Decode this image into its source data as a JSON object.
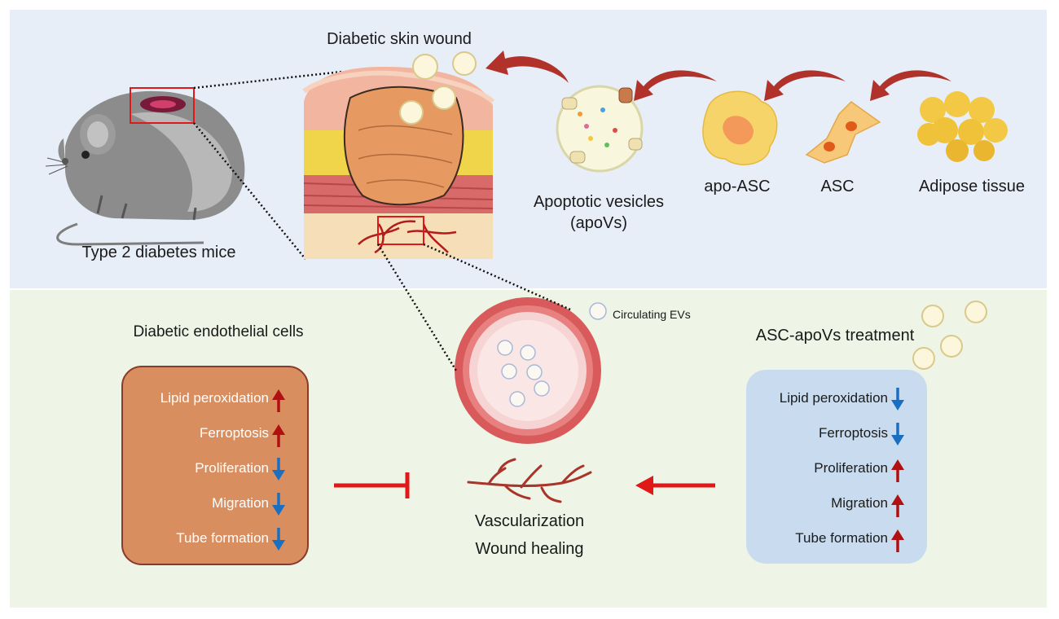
{
  "labels": {
    "wound": "Diabetic skin wound",
    "mice": "Type 2 diabetes mice",
    "apovs_line1": "Apoptotic vesicles",
    "apovs_line2": "(apoVs)",
    "apo_asc": "apo-ASC",
    "asc": "ASC",
    "adipose": "Adipose tissue",
    "circulating": "Circulating EVs",
    "diabetic_ec": "Diabetic endothelial cells",
    "treatment": "ASC-apoVs treatment",
    "vascularization": "Vascularization",
    "wound_healing": "Wound healing"
  },
  "left_box": [
    {
      "text": "Lipid peroxidation",
      "dir": "up"
    },
    {
      "text": "Ferroptosis",
      "dir": "up"
    },
    {
      "text": "Proliferation",
      "dir": "down"
    },
    {
      "text": "Migration",
      "dir": "down"
    },
    {
      "text": "Tube formation",
      "dir": "down"
    }
  ],
  "right_box": [
    {
      "text": "Lipid peroxidation",
      "dir": "down"
    },
    {
      "text": "Ferroptosis",
      "dir": "down"
    },
    {
      "text": "Proliferation",
      "dir": "up"
    },
    {
      "text": "Migration",
      "dir": "up"
    },
    {
      "text": "Tube formation",
      "dir": "up"
    }
  ],
  "colors": {
    "top_panel": "#e8eef8",
    "bottom_panel": "#eef4e6",
    "left_box_fill": "#d98e60",
    "left_box_stroke": "#8a3a28",
    "right_box_fill": "#c9dcef",
    "up_arrow": "#b01010",
    "down_arrow": "#1a6fc0",
    "inhibit": "#e01818"
  }
}
